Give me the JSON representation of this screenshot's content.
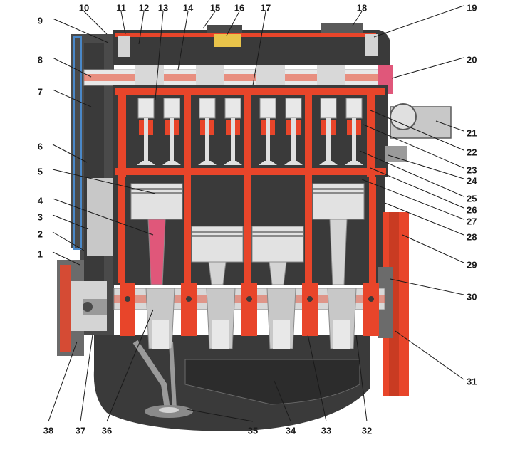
{
  "diagram": {
    "colors": {
      "oil_red": "#e8452a",
      "dark_metal": "#3a3a3a",
      "mid_metal": "#6b6b6b",
      "light_metal": "#d4d4d4",
      "pale": "#ececec",
      "accent_pink": "#e0577a",
      "yellow": "#e9c34a",
      "label_ink": "#1a1a1a"
    },
    "callouts": [
      {
        "id": "1",
        "text": "1"
      },
      {
        "id": "2",
        "text": "2"
      },
      {
        "id": "3",
        "text": "3"
      },
      {
        "id": "4",
        "text": "4"
      },
      {
        "id": "5",
        "text": "5"
      },
      {
        "id": "6",
        "text": "6"
      },
      {
        "id": "7",
        "text": "7"
      },
      {
        "id": "8",
        "text": "8"
      },
      {
        "id": "9",
        "text": "9"
      },
      {
        "id": "10",
        "text": "10"
      },
      {
        "id": "11",
        "text": "11"
      },
      {
        "id": "12",
        "text": "12"
      },
      {
        "id": "13",
        "text": "13"
      },
      {
        "id": "14",
        "text": "14"
      },
      {
        "id": "15",
        "text": "15"
      },
      {
        "id": "16",
        "text": "16"
      },
      {
        "id": "17",
        "text": "17"
      },
      {
        "id": "18",
        "text": "18"
      },
      {
        "id": "19",
        "text": "19"
      },
      {
        "id": "20",
        "text": "20"
      },
      {
        "id": "21",
        "text": "21"
      },
      {
        "id": "22",
        "text": "22"
      },
      {
        "id": "23",
        "text": "23"
      },
      {
        "id": "24",
        "text": "24"
      },
      {
        "id": "25",
        "text": "25"
      },
      {
        "id": "26",
        "text": "26"
      },
      {
        "id": "27",
        "text": "27"
      },
      {
        "id": "28",
        "text": "28"
      },
      {
        "id": "29",
        "text": "29"
      },
      {
        "id": "30",
        "text": "30"
      },
      {
        "id": "31",
        "text": "31"
      },
      {
        "id": "32",
        "text": "32"
      },
      {
        "id": "33",
        "text": "33"
      },
      {
        "id": "34",
        "text": "34"
      },
      {
        "id": "35",
        "text": "35"
      },
      {
        "id": "36",
        "text": "36"
      },
      {
        "id": "37",
        "text": "37"
      },
      {
        "id": "38",
        "text": "38"
      }
    ]
  }
}
